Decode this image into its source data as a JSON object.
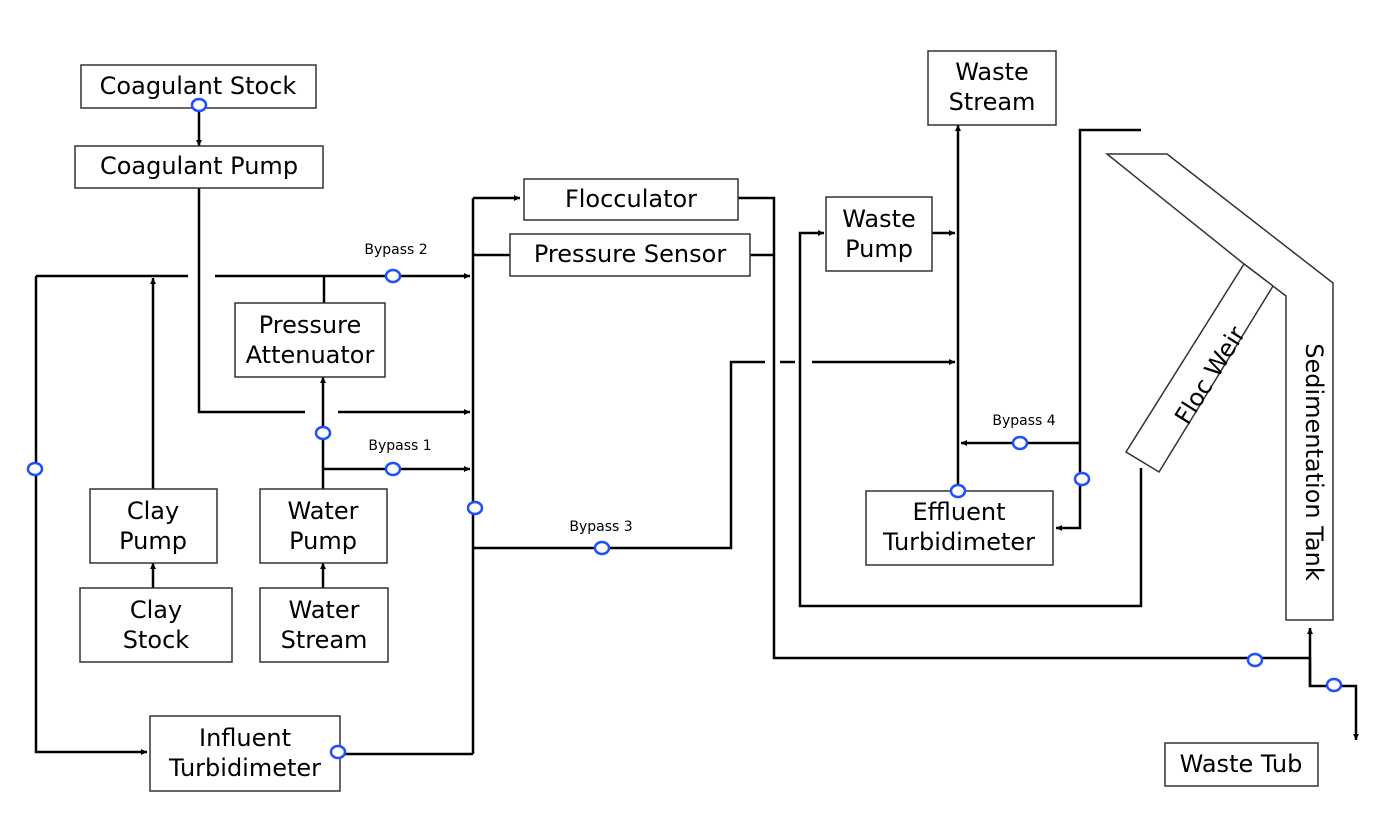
{
  "components": {
    "coagulant_stock": "Coagulant Stock",
    "coagulant_pump": "Coagulant Pump",
    "flocculator": "Flocculator",
    "pressure_sensor": "Pressure Sensor",
    "pressure_attenuator": [
      "Pressure",
      "Attenuator"
    ],
    "clay_pump": [
      "Clay",
      "Pump"
    ],
    "water_pump": [
      "Water",
      "Pump"
    ],
    "clay_stock": [
      "Clay",
      "Stock"
    ],
    "water_stream": [
      "Water",
      "Stream"
    ],
    "influent_turbidimeter": [
      "Influent",
      "Turbidimeter"
    ],
    "waste_stream": [
      "Waste",
      "Stream"
    ],
    "waste_pump": [
      "Waste",
      "Pump"
    ],
    "effluent_turbidimeter": [
      "Effluent",
      "Turbidimeter"
    ],
    "floc_weir": "Floc Weir",
    "sedimentation_tank": "Sedimentation Tank",
    "waste_tub": "Waste Tub"
  },
  "bypasses": {
    "bypass1": "Bypass 1",
    "bypass2": "Bypass 2",
    "bypass3": "Bypass 3",
    "bypass4": "Bypass 4"
  },
  "colors": {
    "line": "#000000",
    "valve": "#1f4fff",
    "box_border": "#333333"
  }
}
